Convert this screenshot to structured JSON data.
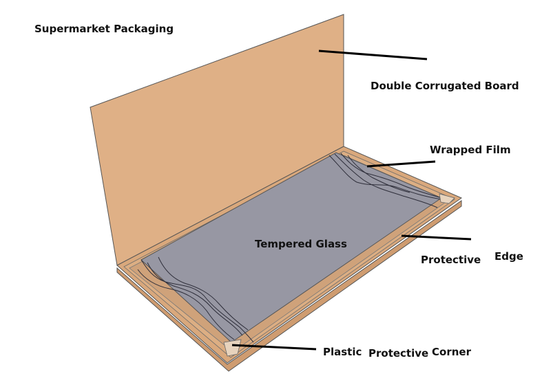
{
  "title": "Supermarket Packaging",
  "labels": {
    "board": "Double Corrugated Board",
    "film": "Wrapped Film",
    "glass": "Tempered Glass",
    "edge_left": "Protective",
    "edge_right": "Edge",
    "corner_1": "Plastic",
    "corner_2": "Protective",
    "corner_3": "Corner"
  },
  "colors": {
    "cardboard": "#dfb086",
    "cardboard_dark": "#c99a6f",
    "tray_side": "#d8a77b",
    "glass": "#9797a3",
    "outline": "#444444",
    "leader": "#000000"
  }
}
